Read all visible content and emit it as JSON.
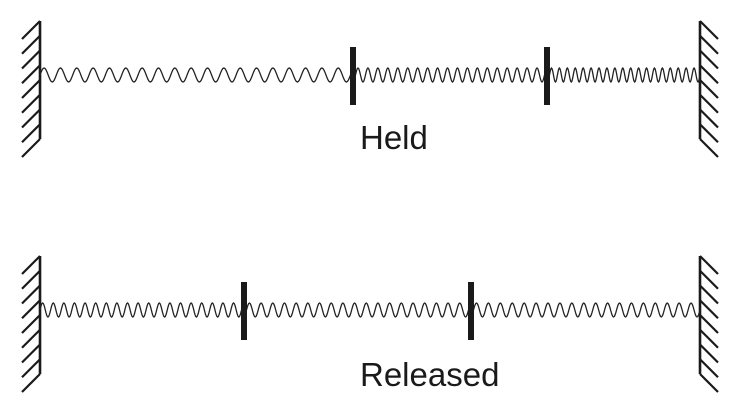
{
  "colors": {
    "ink": "#1a1a1a",
    "spring": "#222222",
    "background": "#ffffff"
  },
  "panels": [
    {
      "caption": "Held",
      "segments": [
        {
          "name": "left-spring",
          "coils": 19
        },
        {
          "name": "middle-spring",
          "coils": 19
        },
        {
          "name": "right-spring",
          "coils": 19
        }
      ]
    },
    {
      "caption": "Released",
      "segments": [
        {
          "name": "left-spring",
          "coils": 19
        },
        {
          "name": "middle-spring",
          "coils": 19
        },
        {
          "name": "right-spring",
          "coils": 19
        }
      ]
    }
  ]
}
